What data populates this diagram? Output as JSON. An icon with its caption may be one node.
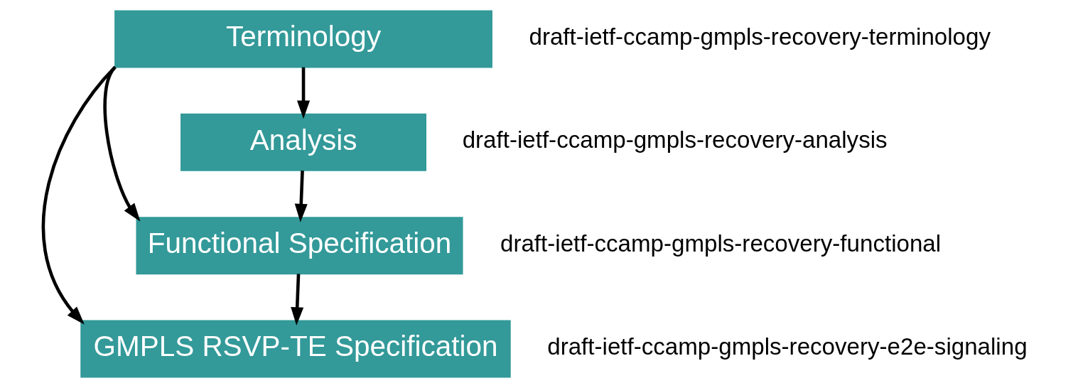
{
  "diagram": {
    "nodes": [
      {
        "text": [
          "Terminology"
        ],
        "beside": [
          "draft-ietf-ccamp-gmpls-recovery-terminology"
        ]
      },
      {
        "text": [
          "Analysis"
        ],
        "beside": [
          "draft-ietf-ccamp-gmpls-recovery-analysis"
        ]
      },
      {
        "text": [
          "Functional Specification"
        ],
        "beside": [
          "draft-ietf-ccamp-gmpls-recovery-functional"
        ]
      },
      {
        "text": [
          "GMPLS RSVP-TE Specification"
        ],
        "beside": [
          "draft-ietf-ccamp-gmpls-recovery-e2e-signaling"
        ]
      }
    ],
    "edges": [
      {
        "from": 0,
        "to": 1,
        "arrow": "to"
      },
      {
        "from": 0,
        "to": 2,
        "arrow": "to"
      },
      {
        "from": 0,
        "to": 3,
        "arrow": "to"
      },
      {
        "from": 1,
        "to": 2,
        "arrow": "to"
      },
      {
        "from": 2,
        "to": 3,
        "arrow": "to"
      }
    ]
  }
}
